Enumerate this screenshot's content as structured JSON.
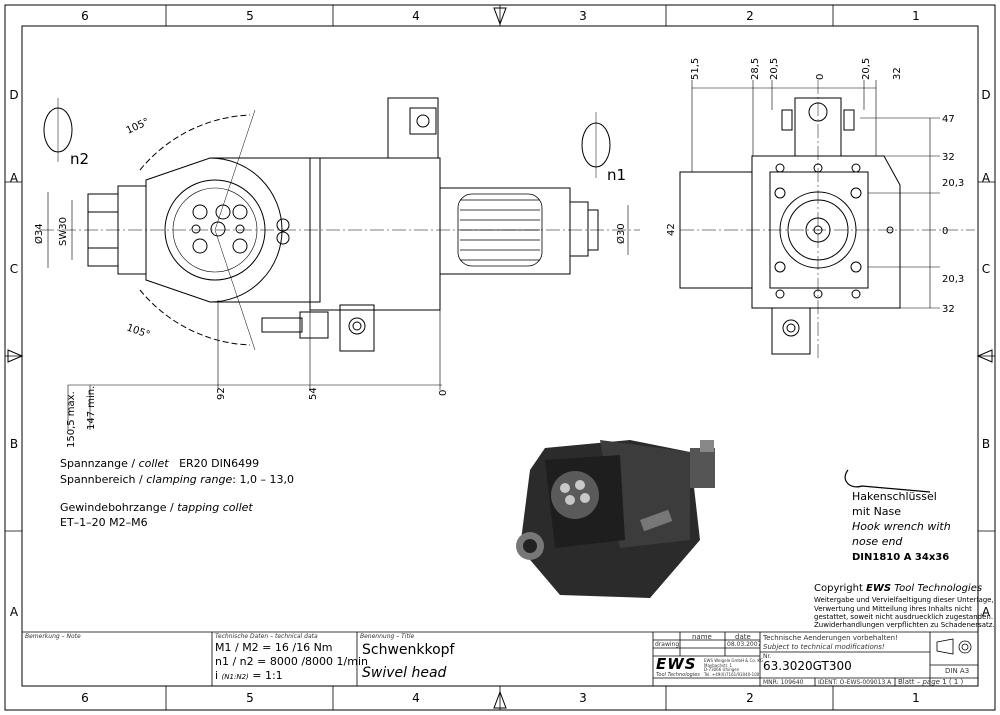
{
  "border": {
    "columns_top": [
      "6",
      "5",
      "4",
      "3",
      "2",
      "1"
    ],
    "columns_bottom": [
      "6",
      "5",
      "4",
      "3",
      "2",
      "1"
    ],
    "rows": [
      "D",
      "C",
      "B",
      "A"
    ]
  },
  "side_view": {
    "rotation_n2": "n2",
    "rotation_n1": "n1",
    "angle_top": "105°",
    "angle_bottom": "105°",
    "dim_d34": "Ø34",
    "dim_sw30": "SW30",
    "dim_d30": "Ø30",
    "dim_92": "92",
    "dim_54": "54",
    "dim_0": "0",
    "dim_150": "150,5 max.",
    "dim_147": "147 min."
  },
  "front_view": {
    "top_dims": [
      "51,5",
      "28,5",
      "20,5",
      "0",
      "20,5",
      "32"
    ],
    "right_dims": [
      "47",
      "32",
      "20,3",
      "0",
      "20,3",
      "32"
    ],
    "left_dim": "42"
  },
  "notes": {
    "collet_prefix": "Spannzange / ",
    "collet_en": "collet",
    "collet_value": "ER20   DIN6499",
    "range_prefix": "Spannbereich / ",
    "range_en": "clamping range",
    "range_value": ": 1,0  –  13,0",
    "tap_prefix": "Gewindebohrzange / ",
    "tap_en": "tapping collet",
    "tap_value": "ET–1–20   M2–M6"
  },
  "wrench": {
    "line1": "Hakenschlüssel",
    "line2": "mit Nase",
    "line3": "Hook wrench with",
    "line4": "nose end",
    "line5": "DIN1810  A  34x36"
  },
  "copyright": {
    "prefix": "Copyright ",
    "brand": "EWS",
    "suffix": " Tool Technologies",
    "line1": "Weitergabe und Vervielfaeltigung dieser Unterlage,",
    "line2": "Verwertung und Mitteilung ihres Inhalts nicht",
    "line3": "gestattet, soweit nicht ausdruecklich zugestanden.",
    "line4": "Zuwiderhandlungen verpflichten zu Schadenersatz."
  },
  "title_block": {
    "remark_label": "Bemerkung – Note",
    "tech_label": "Technische Daten – technical data",
    "torque": "M1 / M2 = 16   /16   Nm",
    "speed": "n1 / n2 = 8000 /8000   1/min",
    "ratio_prefix": "i   ",
    "ratio_sub": "(N1:N2)",
    "ratio_value": " = 1:1",
    "name_label": "Benennung – Title",
    "title_de": "Schwenkkopf",
    "title_en": "Swivel head",
    "col_name": "name",
    "col_date": "date",
    "row_drawing": "drawing",
    "drawing_date": "08.03.2007",
    "logo": "EWS",
    "logo_sub": "Tool Technologies",
    "company_1": "EWS Weigele GmbH & Co. KG",
    "company_2": "Maybachstr. 1",
    "company_3": "D-73066 Uhingen",
    "company_4": "Tel. +49(0)7161/93040-100",
    "changes_de": "Technische Aenderungen vorbehalten!",
    "changes_en": "Subject to technical modifications!",
    "nr_label": "Nr.",
    "part_number": "63.3020GT300",
    "mnr": "MNR: 109640",
    "ident": "IDENT: O-EWS-009013  A",
    "sheet_prefix": "Blatt – ",
    "sheet_en": "page",
    "sheet_value": "  1 ( 1 )",
    "format": "DIN A3"
  }
}
